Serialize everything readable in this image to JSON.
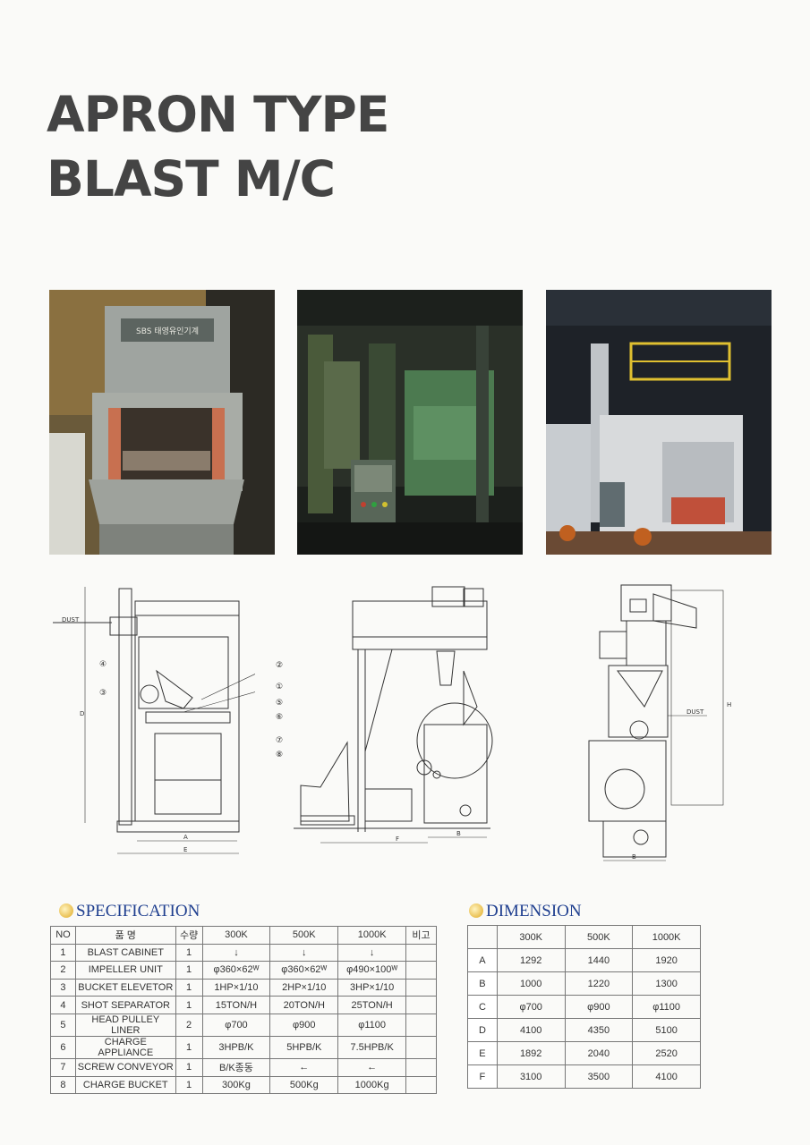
{
  "title_line1": "APRON TYPE",
  "title_line2": "BLAST M/C",
  "photos": [
    {
      "name": "machine-photo-front",
      "plate_text": "SBS 태영유인기계"
    },
    {
      "name": "machine-photo-control-panel"
    },
    {
      "name": "machine-photo-installed"
    }
  ],
  "drawing_labels": {
    "dust": "DUST",
    "dim_a": "A",
    "dim_b": "B",
    "dim_d": "D",
    "dim_e": "E",
    "dim_f": "F",
    "dim_h": "H",
    "parts": [
      "①",
      "②",
      "③",
      "④",
      "⑤",
      "⑥",
      "⑦",
      "⑧"
    ]
  },
  "specification": {
    "title": "SPECIFICATION",
    "headers": [
      "NO",
      "품 명",
      "수량",
      "300K",
      "500K",
      "1000K",
      "비고"
    ],
    "rows": [
      [
        "1",
        "BLAST CABINET",
        "1",
        "↓",
        "↓",
        "↓",
        ""
      ],
      [
        "2",
        "IMPELLER UNIT",
        "1",
        "φ360×62ᵂ",
        "φ360×62ᵂ",
        "φ490×100ᵂ",
        ""
      ],
      [
        "3",
        "BUCKET ELEVETOR",
        "1",
        "1HP×1/10",
        "2HP×1/10",
        "3HP×1/10",
        ""
      ],
      [
        "4",
        "SHOT SEPARATOR",
        "1",
        "15TON/H",
        "20TON/H",
        "25TON/H",
        ""
      ],
      [
        "5",
        "HEAD PULLEY LINER",
        "2",
        "φ700",
        "φ900",
        "φ1100",
        ""
      ],
      [
        "6",
        "CHARGE APPLIANCE",
        "1",
        "3HPB/K",
        "5HPB/K",
        "7.5HPB/K",
        ""
      ],
      [
        "7",
        "SCREW CONVEYOR",
        "1",
        "B/K종동",
        "←",
        "←",
        ""
      ],
      [
        "8",
        "CHARGE BUCKET",
        "1",
        "300Kg",
        "500Kg",
        "1000Kg",
        ""
      ]
    ]
  },
  "dimension": {
    "title": "DIMENSION",
    "headers": [
      "",
      "300K",
      "500K",
      "1000K"
    ],
    "rows": [
      [
        "A",
        "1292",
        "1440",
        "1920"
      ],
      [
        "B",
        "1000",
        "1220",
        "1300"
      ],
      [
        "C",
        "φ700",
        "φ900",
        "φ1100"
      ],
      [
        "D",
        "4100",
        "4350",
        "5100"
      ],
      [
        "E",
        "1892",
        "2040",
        "2520"
      ],
      [
        "F",
        "3100",
        "3500",
        "4100"
      ]
    ]
  }
}
